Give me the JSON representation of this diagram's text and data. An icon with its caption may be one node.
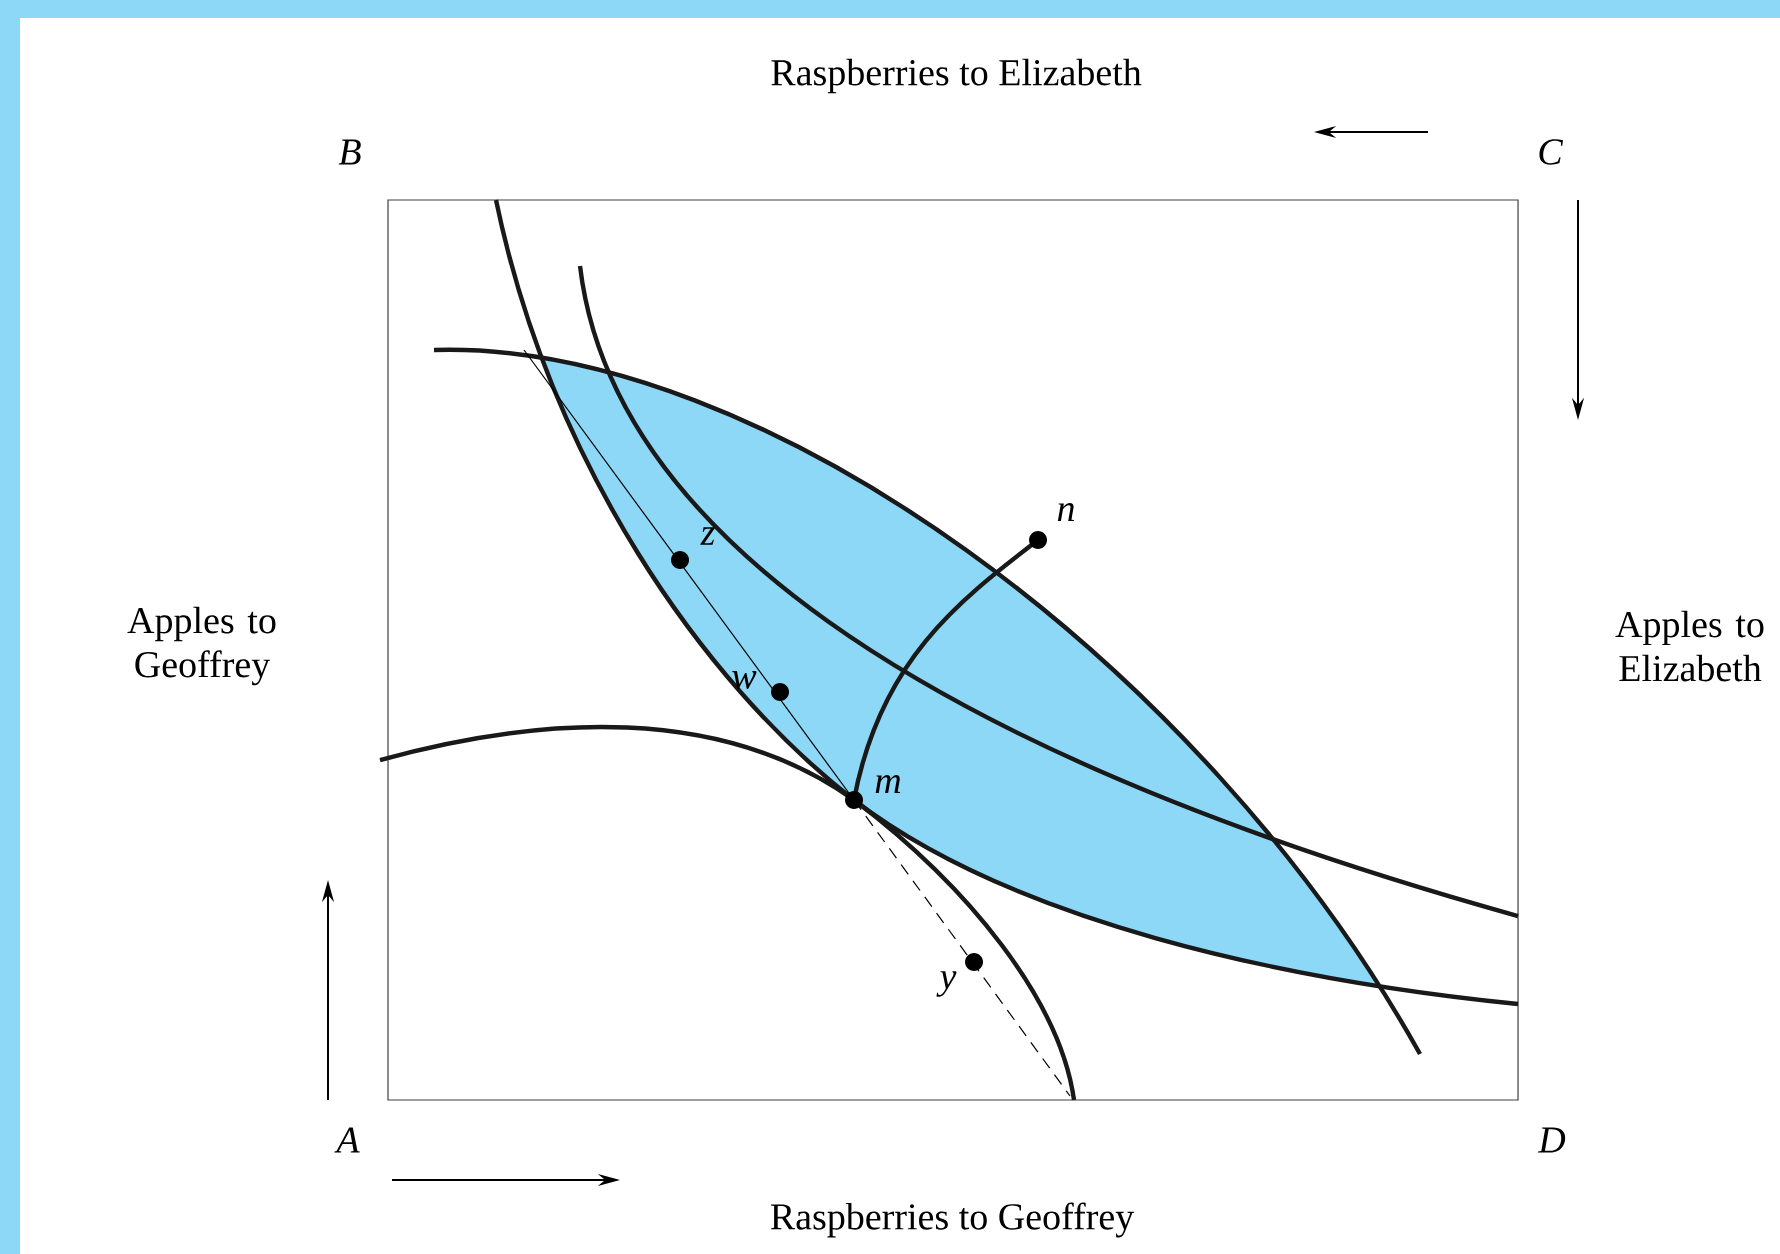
{
  "diagram": {
    "labels": [
      "Raspberries to Elizabeth",
      "B",
      "C",
      "n",
      "Apples to Geoffrey",
      "z",
      "Apples to Elizabeth",
      "w",
      "m",
      "y",
      "A",
      "D",
      "Raspberries to Geoffrey"
    ]
  }
}
